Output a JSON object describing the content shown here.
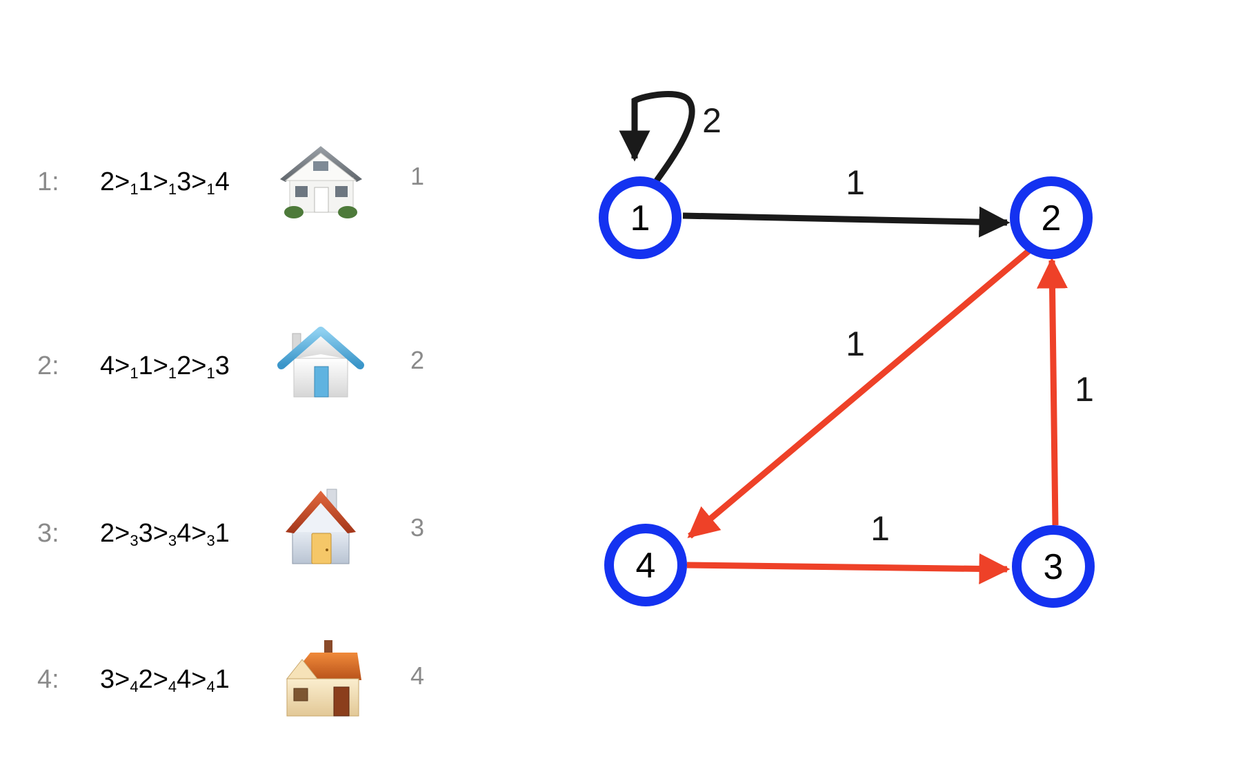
{
  "colors": {
    "node_ring": "#1432f0",
    "edge_black": "#1a1a1a",
    "edge_red": "#ee4128",
    "muted_text": "#8a8a8a"
  },
  "rows": [
    {
      "agent": "1:",
      "pref": [
        {
          "t": "2>"
        },
        {
          "s": "1"
        },
        {
          "t": "1>"
        },
        {
          "s": "1"
        },
        {
          "t": "3>"
        },
        {
          "s": "1"
        },
        {
          "t": "4"
        }
      ],
      "house_icon": "white-cottage-icon",
      "house": "1"
    },
    {
      "agent": "2:",
      "pref": [
        {
          "t": "4>"
        },
        {
          "s": "1"
        },
        {
          "t": "1>"
        },
        {
          "s": "1"
        },
        {
          "t": "2>"
        },
        {
          "s": "1"
        },
        {
          "t": "3"
        }
      ],
      "house_icon": "blue-roof-house-icon",
      "house": "2"
    },
    {
      "agent": "3:",
      "pref": [
        {
          "t": "2>"
        },
        {
          "s": "3"
        },
        {
          "t": "3>"
        },
        {
          "s": "3"
        },
        {
          "t": "4>"
        },
        {
          "s": "3"
        },
        {
          "t": "1"
        }
      ],
      "house_icon": "brown-roof-house-icon",
      "house": "3"
    },
    {
      "agent": "4:",
      "pref": [
        {
          "t": "3>"
        },
        {
          "s": "4"
        },
        {
          "t": "2>"
        },
        {
          "s": "4"
        },
        {
          "t": "4>"
        },
        {
          "s": "4"
        },
        {
          "t": "1"
        }
      ],
      "house_icon": "orange-roof-house-icon",
      "house": "4"
    }
  ],
  "graph": {
    "nodes": [
      "1",
      "2",
      "3",
      "4"
    ],
    "edges": [
      {
        "from": "1",
        "to": "1",
        "label": "2",
        "color": "black"
      },
      {
        "from": "1",
        "to": "2",
        "label": "1",
        "color": "black"
      },
      {
        "from": "2",
        "to": "4",
        "label": "1",
        "color": "red"
      },
      {
        "from": "3",
        "to": "2",
        "label": "1",
        "color": "red"
      },
      {
        "from": "4",
        "to": "3",
        "label": "1",
        "color": "red"
      }
    ]
  }
}
